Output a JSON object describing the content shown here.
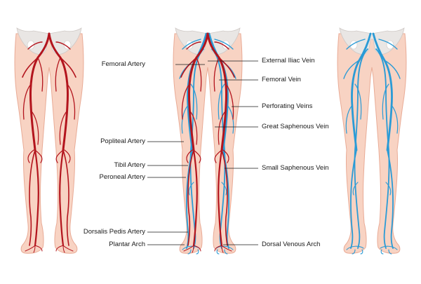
{
  "colors": {
    "skin": "#f8d3c3",
    "skin_outline": "#e9ab96",
    "bone": "#e9e6e4",
    "bone_outline": "#cfc9c6",
    "artery": "#b3141d",
    "vein": "#2a9bd6",
    "leader_line": "#1a1a1a"
  },
  "figures": [
    {
      "view": "arteries",
      "vessels": [
        "artery"
      ]
    },
    {
      "view": "combined",
      "vessels": [
        "vein",
        "artery"
      ]
    },
    {
      "view": "veins",
      "vessels": [
        "vein"
      ]
    }
  ],
  "labels_left": [
    "Femoral Artery",
    "Popliteal Artery",
    "Tibil Artery",
    "Peroneal Artery",
    "Dorsalis Pedis Artery",
    "Plantar Arch"
  ],
  "labels_right": [
    "External Iliac Vein",
    "Femoral Vein",
    "Perforating Veins",
    "Great Saphenous Vein",
    "Small Saphenous Vein",
    "Dorsal Venous Arch"
  ]
}
